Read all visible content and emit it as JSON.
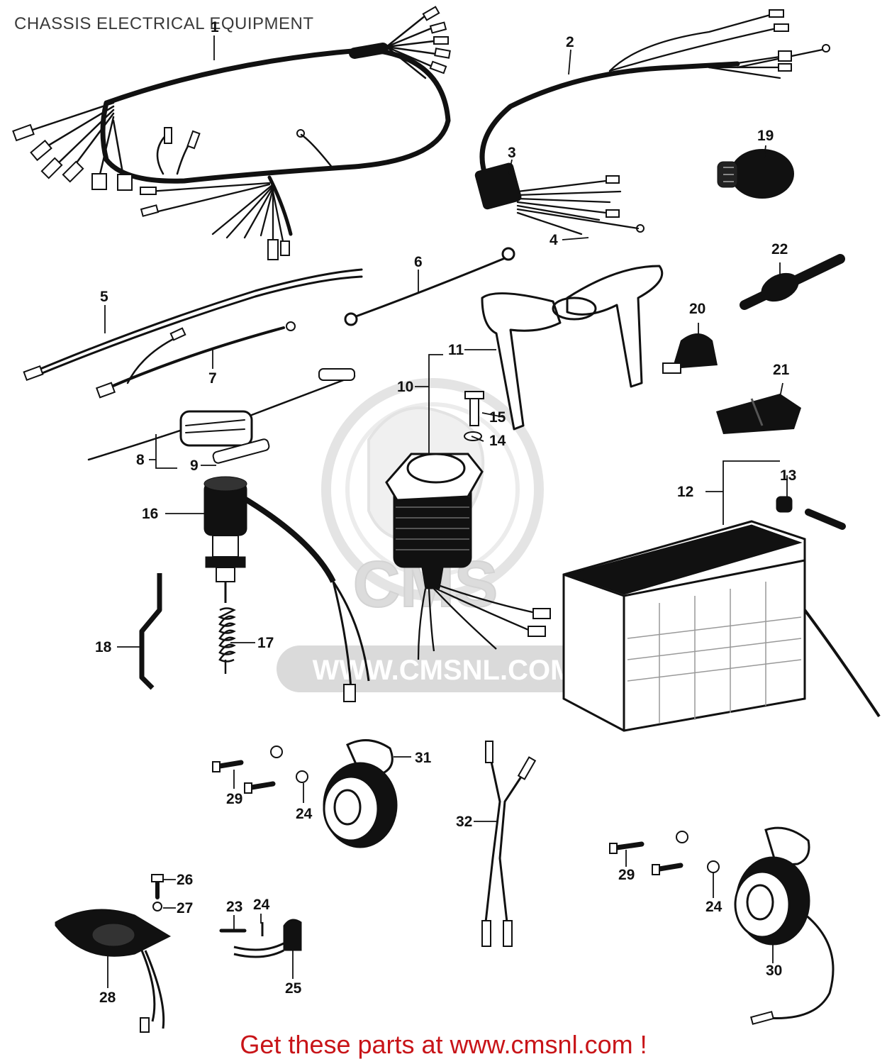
{
  "title": "CHASSIS ELECTRICAL EQUIPMENT",
  "footer": "Get these parts at www.cmsnl.com !",
  "watermark": {
    "brand": "CMS",
    "url": "WWW.CMSNL.COM"
  },
  "colors": {
    "ink": "#111111",
    "footer_red": "#c81418",
    "watermark_gray": "#d9d9d9"
  },
  "callouts": {
    "c1": "1",
    "c2": "2",
    "c3": "3",
    "c4": "4",
    "c5": "5",
    "c6": "6",
    "c7": "7",
    "c8": "8",
    "c9": "9",
    "c10": "10",
    "c11": "11",
    "c12": "12",
    "c13": "13",
    "c14": "14",
    "c15": "15",
    "c16": "16",
    "c17": "17",
    "c18": "18",
    "c19": "19",
    "c20": "20",
    "c21": "21",
    "c22": "22",
    "c23": "23",
    "c24a": "24",
    "c24b": "24",
    "c24c": "24",
    "c25": "25",
    "c26": "26",
    "c27": "27",
    "c28": "28",
    "c29a": "29",
    "c29b": "29",
    "c30": "30",
    "c31": "31",
    "c32": "32"
  }
}
